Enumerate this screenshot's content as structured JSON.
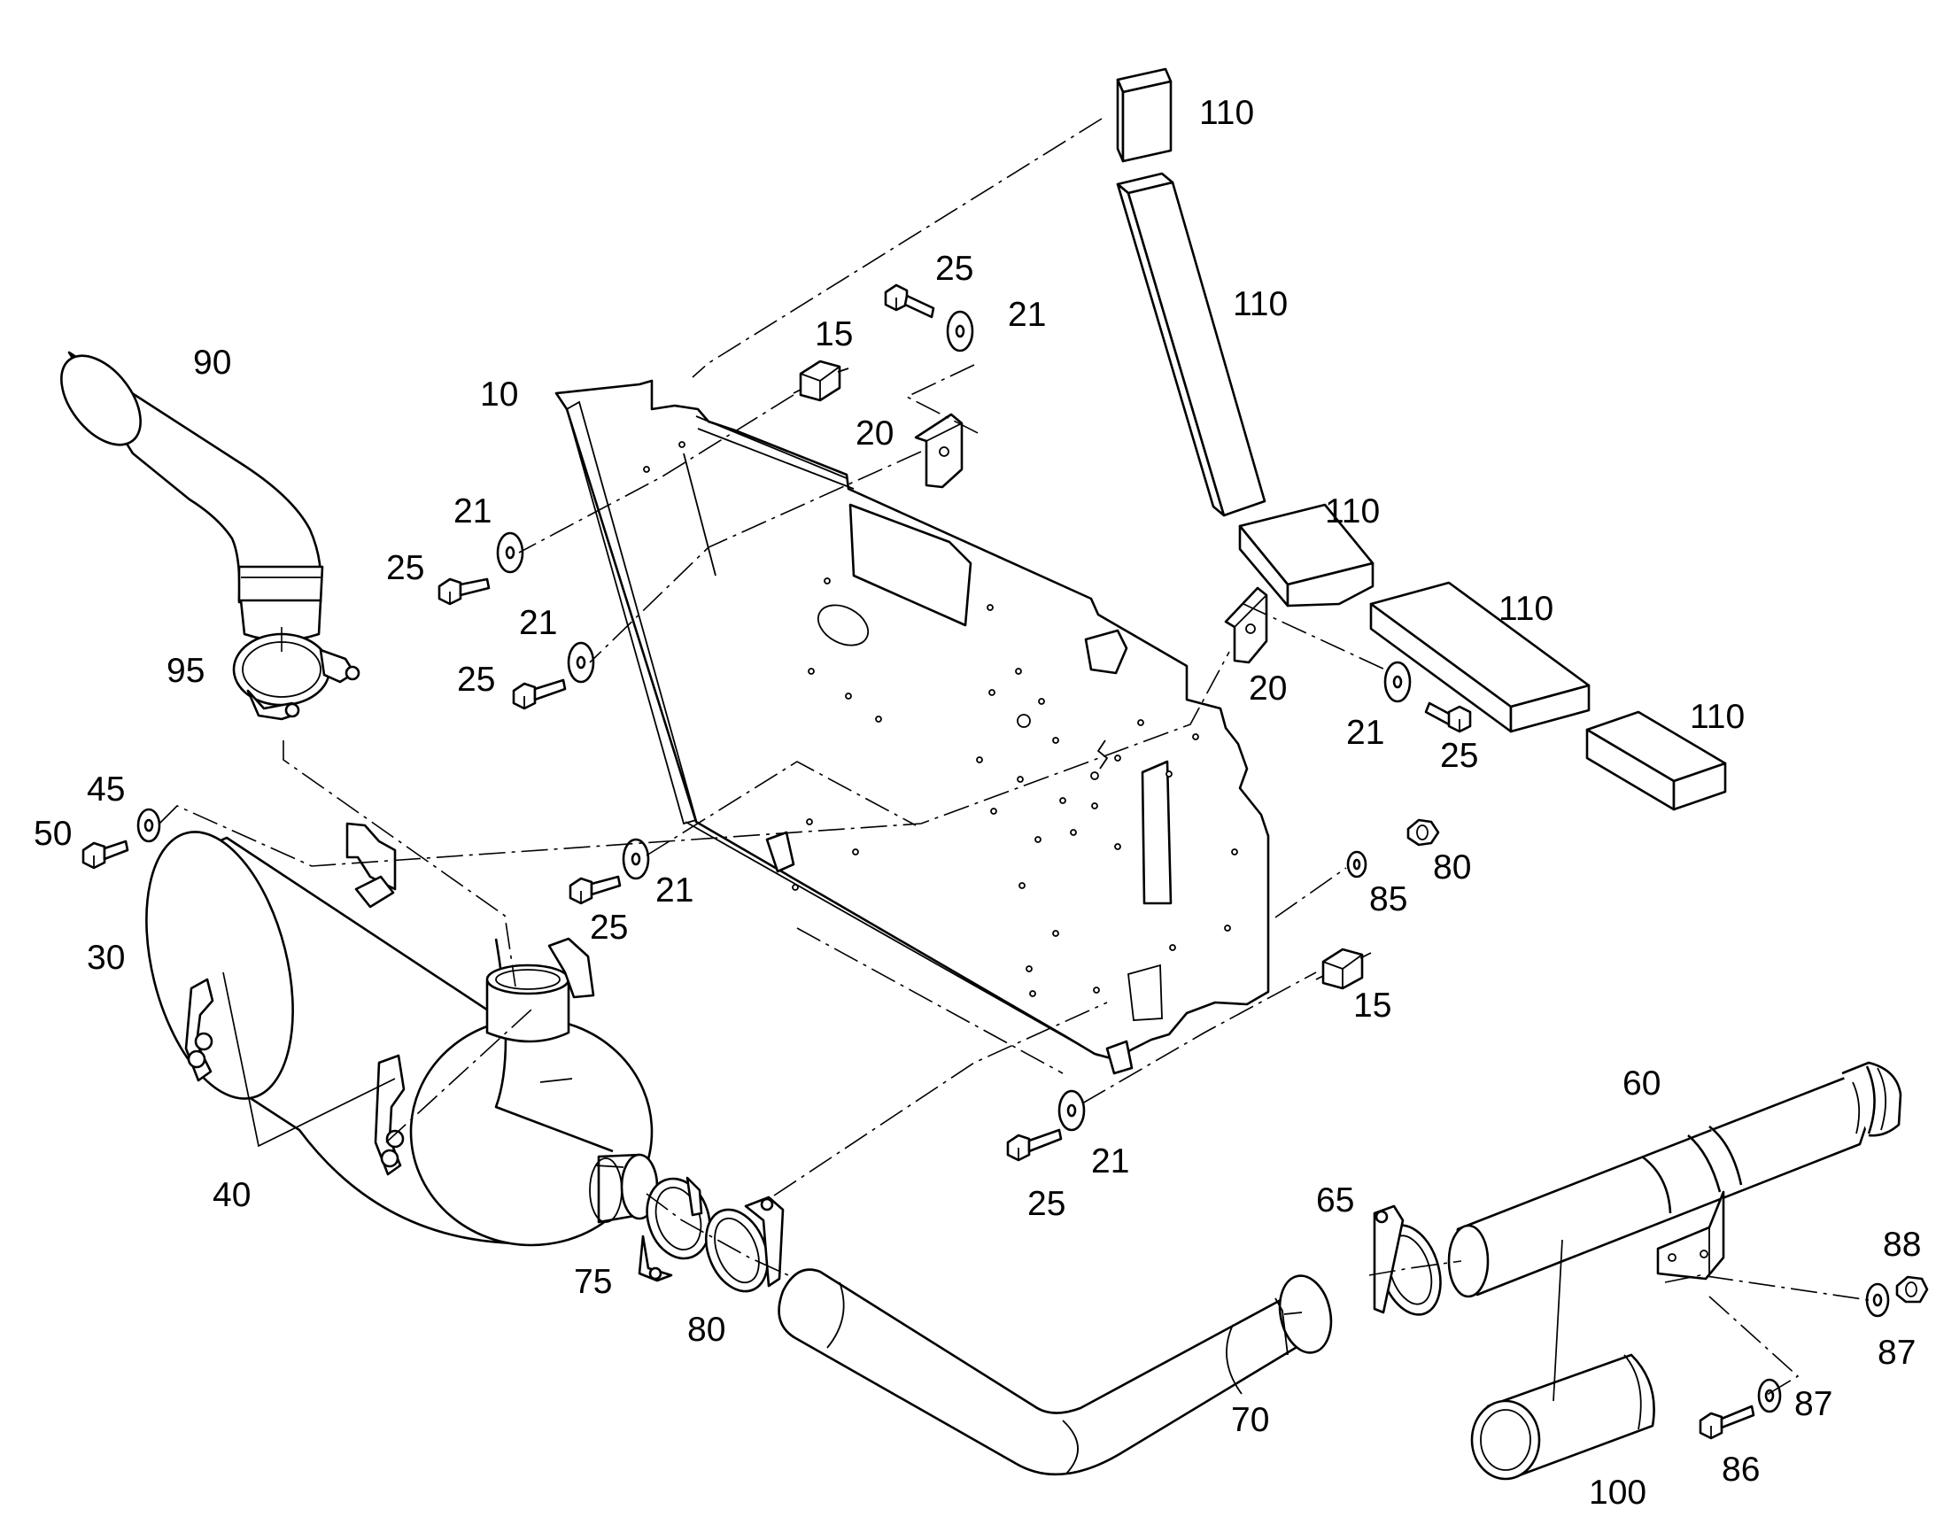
{
  "callouts": [
    {
      "id": "110a",
      "text": "110"
    },
    {
      "id": "110b",
      "text": "110"
    },
    {
      "id": "110c",
      "text": "110"
    },
    {
      "id": "110d",
      "text": "110"
    },
    {
      "id": "110e",
      "text": "110"
    },
    {
      "id": "90",
      "text": "90"
    },
    {
      "id": "10",
      "text": "10"
    },
    {
      "id": "15a",
      "text": "15"
    },
    {
      "id": "15b",
      "text": "15"
    },
    {
      "id": "25a",
      "text": "25"
    },
    {
      "id": "25b",
      "text": "25"
    },
    {
      "id": "25c",
      "text": "25"
    },
    {
      "id": "25d",
      "text": "25"
    },
    {
      "id": "25e",
      "text": "25"
    },
    {
      "id": "25f",
      "text": "25"
    },
    {
      "id": "21a",
      "text": "21"
    },
    {
      "id": "21b",
      "text": "21"
    },
    {
      "id": "21c",
      "text": "21"
    },
    {
      "id": "21d",
      "text": "21"
    },
    {
      "id": "21e",
      "text": "21"
    },
    {
      "id": "21f",
      "text": "21"
    },
    {
      "id": "20a",
      "text": "20"
    },
    {
      "id": "20b",
      "text": "20"
    },
    {
      "id": "95",
      "text": "95"
    },
    {
      "id": "45",
      "text": "45"
    },
    {
      "id": "50",
      "text": "50"
    },
    {
      "id": "30",
      "text": "30"
    },
    {
      "id": "40",
      "text": "40"
    },
    {
      "id": "80a",
      "text": "80"
    },
    {
      "id": "80b",
      "text": "80"
    },
    {
      "id": "85",
      "text": "85"
    },
    {
      "id": "75",
      "text": "75"
    },
    {
      "id": "70",
      "text": "70"
    },
    {
      "id": "65",
      "text": "65"
    },
    {
      "id": "60",
      "text": "60"
    },
    {
      "id": "88",
      "text": "88"
    },
    {
      "id": "87a",
      "text": "87"
    },
    {
      "id": "87b",
      "text": "87"
    },
    {
      "id": "86",
      "text": "86"
    },
    {
      "id": "100",
      "text": "100"
    }
  ]
}
